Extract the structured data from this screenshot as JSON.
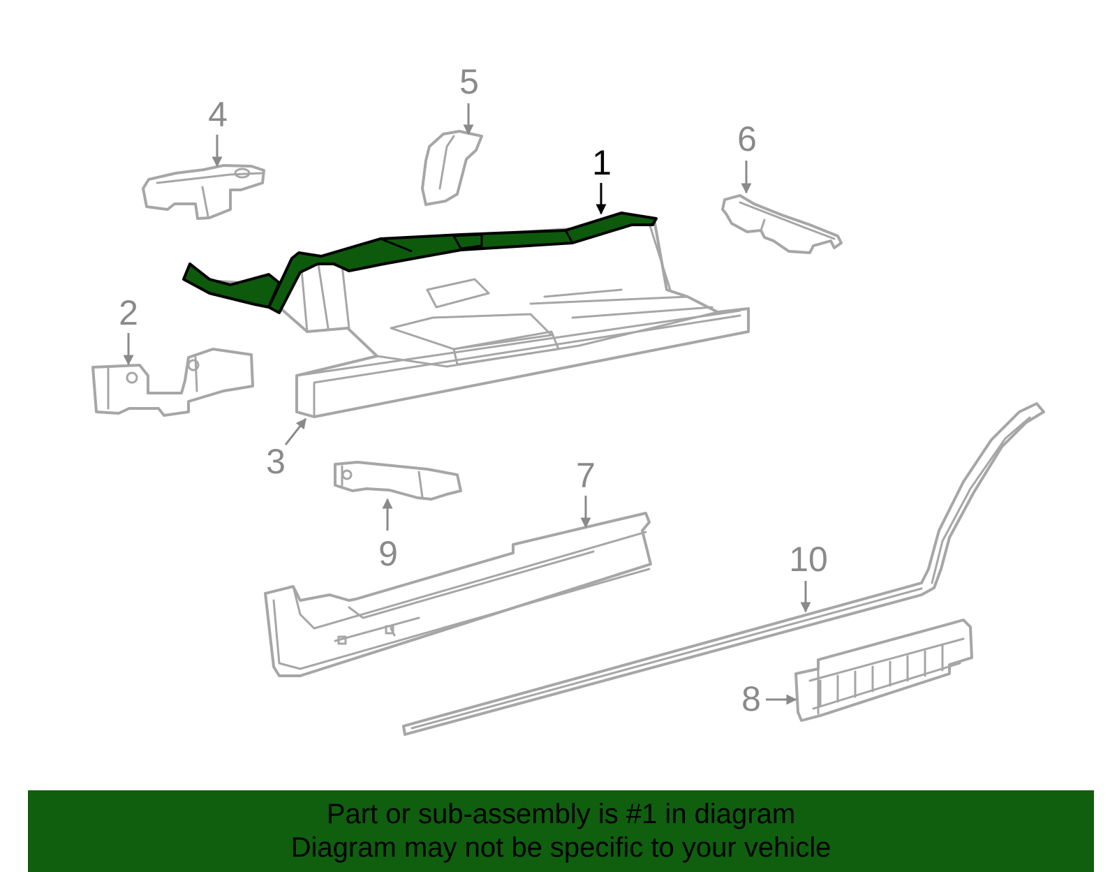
{
  "diagram": {
    "callouts": [
      {
        "id": "1",
        "label": "1",
        "active": true
      },
      {
        "id": "2",
        "label": "2"
      },
      {
        "id": "3",
        "label": "3"
      },
      {
        "id": "4",
        "label": "4"
      },
      {
        "id": "5",
        "label": "5"
      },
      {
        "id": "6",
        "label": "6"
      },
      {
        "id": "7",
        "label": "7"
      },
      {
        "id": "8",
        "label": "8"
      },
      {
        "id": "9",
        "label": "9"
      },
      {
        "id": "10",
        "label": "10"
      }
    ],
    "highlight_color": "#0d5a0d",
    "outline_color": "#a6a6a6"
  },
  "footer": {
    "line1": "Part or sub-assembly is #1 in diagram",
    "line2": "Diagram may not be specific to your vehicle",
    "background": "#0f5f0f"
  }
}
